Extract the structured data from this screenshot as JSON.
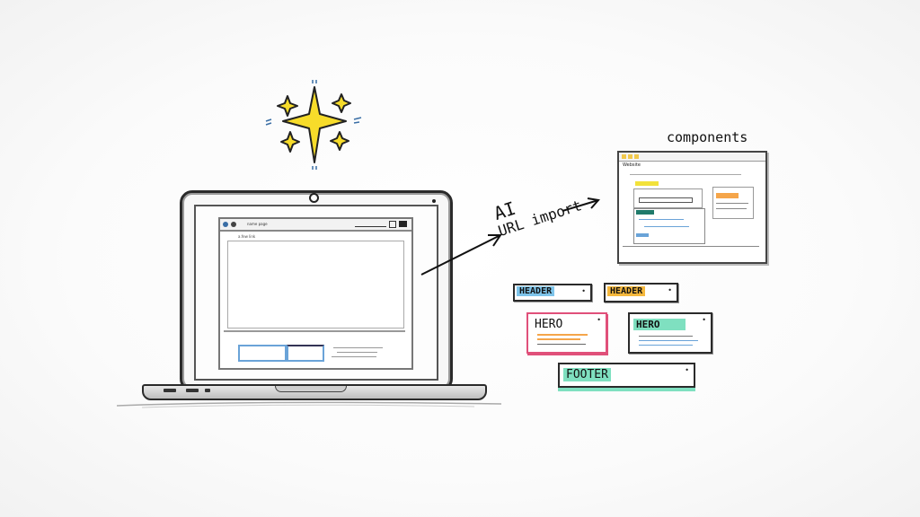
{
  "illustration": {
    "sparkle_icon": "sparkle-star",
    "laptop": {
      "browser_title": "name page",
      "url_text": "a.few link",
      "buttons": [
        "",
        ""
      ],
      "accent_color": "#6aa3d8"
    },
    "arrow_label": {
      "line1": "AI",
      "line2": "URL import"
    },
    "components": {
      "title": "components",
      "window_title": "Website"
    },
    "cards": [
      {
        "label": "HEADER",
        "color": "#7ec4ea",
        "border": "#2a2a2a"
      },
      {
        "label": "HEADER",
        "color": "#f5b83d",
        "border": "#2a2a2a"
      },
      {
        "label": "HERO",
        "color": "#ffffff",
        "border": "#e0507a"
      },
      {
        "label": "HERO",
        "color": "#7fe0c0",
        "border": "#2a2a2a"
      },
      {
        "label": "FOOTER",
        "color": "#7fe0c0",
        "border": "#2a2a2a"
      }
    ],
    "colors": {
      "star": "#f7dc2a",
      "star_outline": "#222222",
      "ink": "#111111"
    }
  }
}
